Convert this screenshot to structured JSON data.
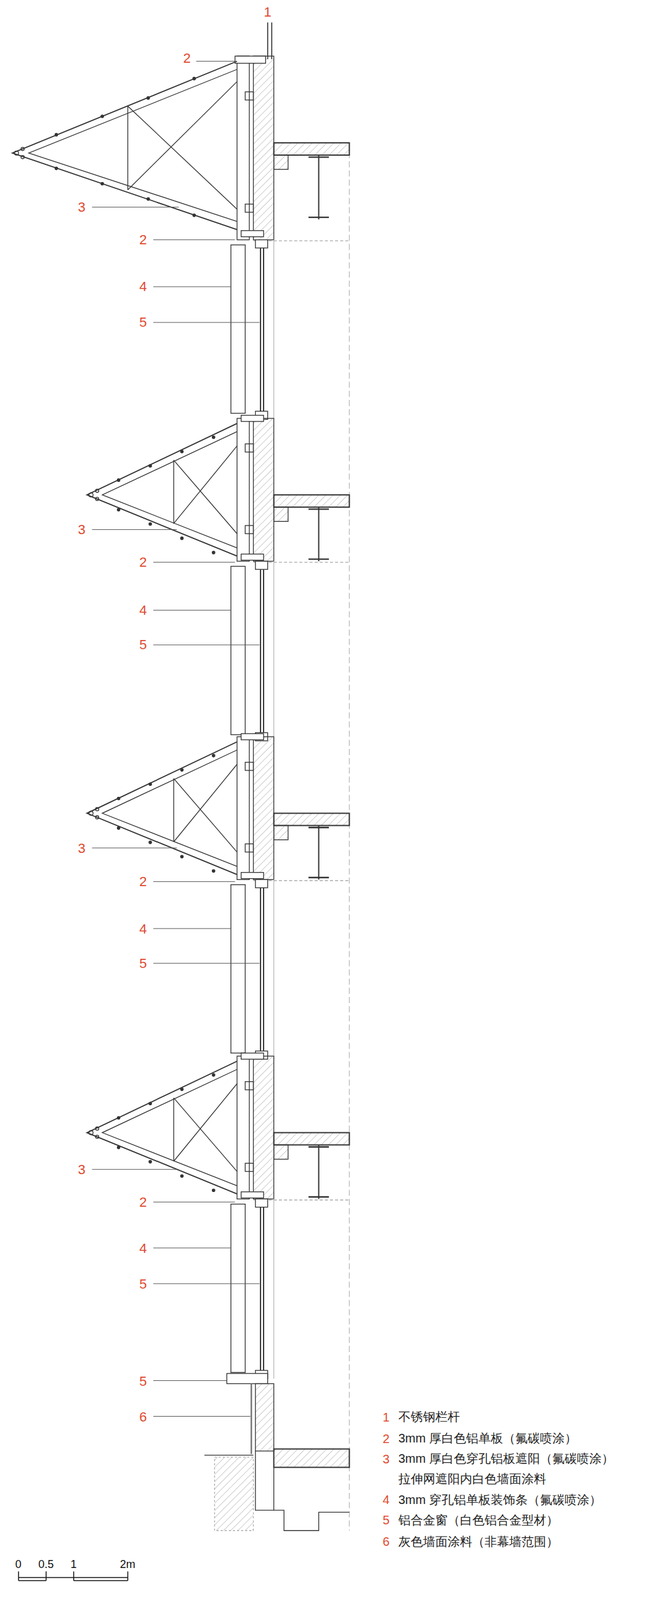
{
  "diagram": {
    "labels": [
      "1",
      "2",
      "3",
      "2",
      "4",
      "5",
      "3",
      "2",
      "4",
      "5",
      "3",
      "2",
      "4",
      "5",
      "3",
      "2",
      "4",
      "5",
      "5",
      "6",
      "1",
      "不锈钢栏杆",
      "2",
      "3mm 厚白色铝单板（氟碳喷涂）",
      "3",
      "3mm 厚白色穿孔铝板遮阳（氟碳喷涂） 拉伸网遮阳内白色墙面涂料",
      "4",
      "3mm 穿孔铝单板装饰条（氟碳喷涂）",
      "5",
      "铝合金窗（白色铝合金型材）",
      "6",
      "灰色墙面涂料（非幕墙范围）",
      "0",
      "0.5",
      "1",
      "2m"
    ]
  }
}
